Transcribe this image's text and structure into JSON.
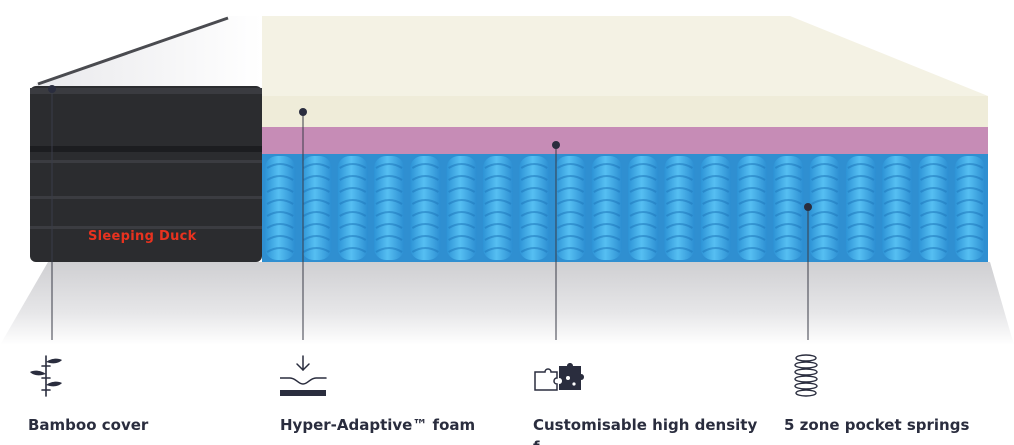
{
  "product": {
    "brand_label": "Sleeping Duck",
    "brand_color": "#e8321f"
  },
  "colors": {
    "comfort_layer": "#f1efdf",
    "support_foam": "#c68cb6",
    "springs": "#3aa7e4",
    "cover": "#2b2c2f",
    "text": "#2a2d3e"
  },
  "features": [
    {
      "label": "Bamboo cover",
      "icon": "bamboo-icon"
    },
    {
      "label": "Hyper-Adaptive™ foam",
      "icon": "foam-press-icon"
    },
    {
      "label": "Customisable high density",
      "label_overflow": "f",
      "icon": "puzzle-icon"
    },
    {
      "label": "5 zone pocket springs",
      "icon": "spring-coil-icon"
    }
  ]
}
